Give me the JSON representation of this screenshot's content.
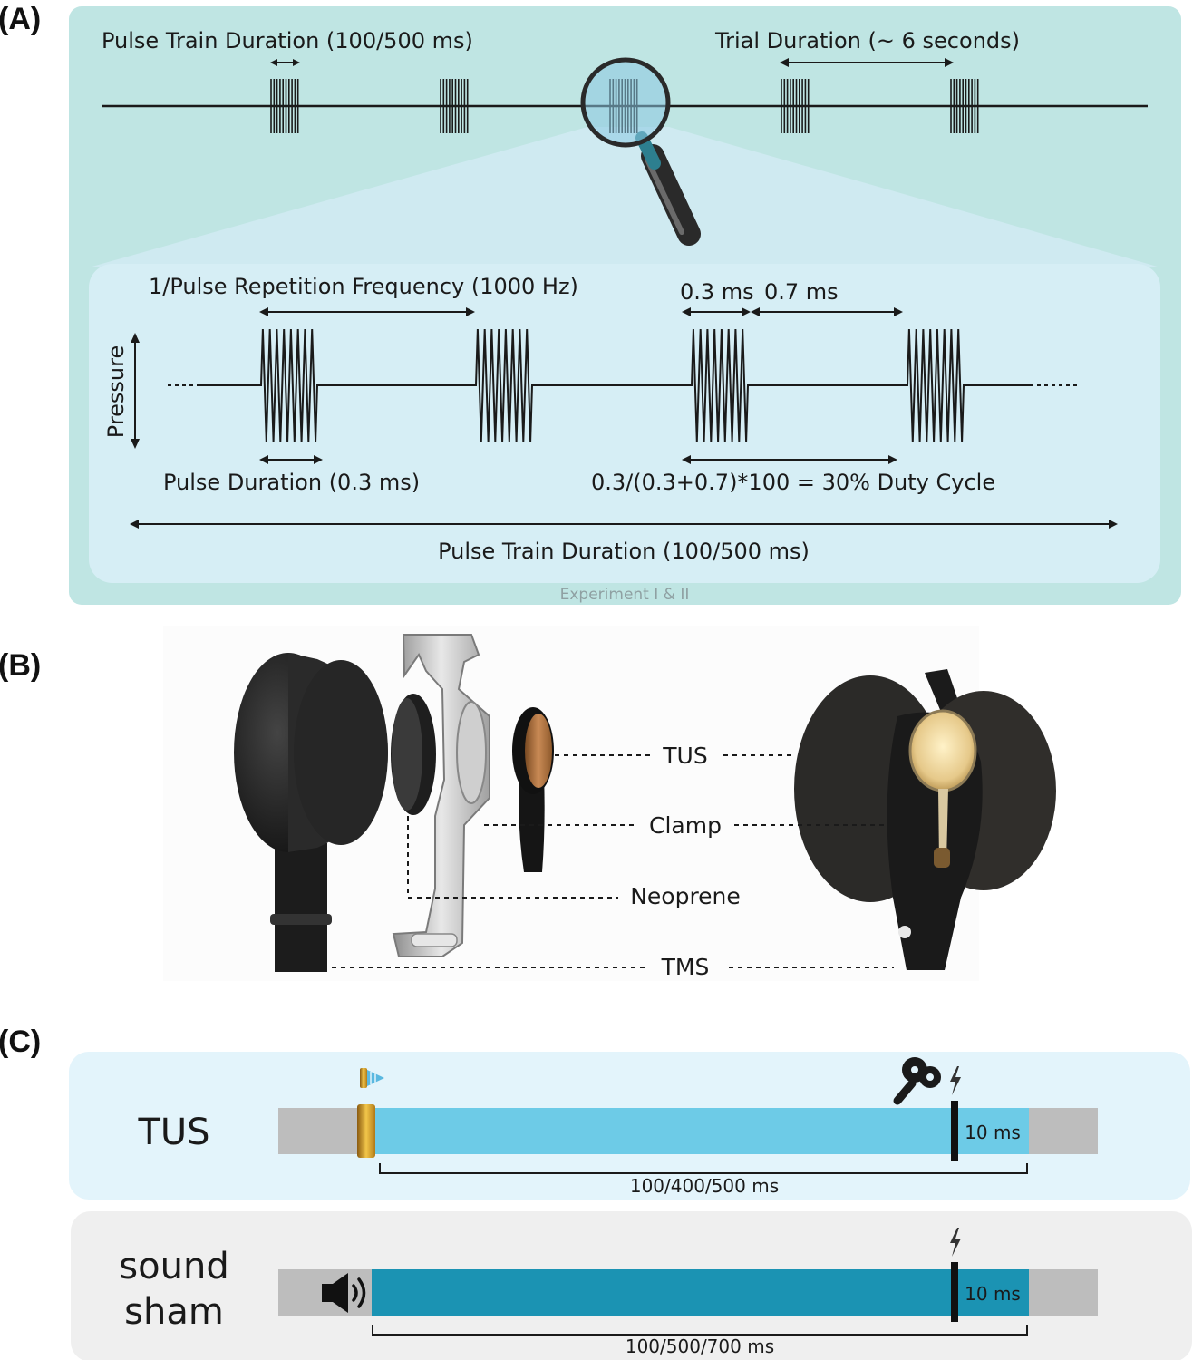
{
  "panel_a": {
    "label": "(A)",
    "pulse_train_top": "Pulse Train Duration (100/500 ms)",
    "trial_duration": "Trial Duration (~ 6 seconds)",
    "prf": "1/Pulse Repetition Frequency (1000 Hz)",
    "on_time": "0.3 ms",
    "off_time": "0.7 ms",
    "pressure": "Pressure",
    "pulse_duration": "Pulse Duration (0.3 ms)",
    "duty_cycle": "0.3/(0.3+0.7)*100 = 30% Duty Cycle",
    "pulse_train_bottom": "Pulse Train Duration (100/500 ms)",
    "experiment": "Experiment I & II"
  },
  "panel_b": {
    "label": "(B)",
    "tus": "TUS",
    "clamp": "Clamp",
    "neoprene": "Neoprene",
    "tms": "TMS"
  },
  "panel_c": {
    "label": "(C)",
    "tus_row_label": "TUS",
    "sham_line1": "sound",
    "sham_line2": "sham",
    "tus_end": "10 ms",
    "sham_end": "10 ms",
    "tus_duration": "100/400/500 ms",
    "sham_duration": "100/500/700 ms"
  },
  "colors": {
    "panel_a_bg": "#bfe5e3",
    "panel_a_inner": "#d6eef5",
    "tus_bg": "#e3f4fb",
    "sham_bg": "#efefef",
    "tus_bar": "#6dcbe7",
    "sham_bar": "#1b93b3",
    "gray_bar": "#bdbdbd",
    "transducer_gold": "#d6a52c"
  }
}
